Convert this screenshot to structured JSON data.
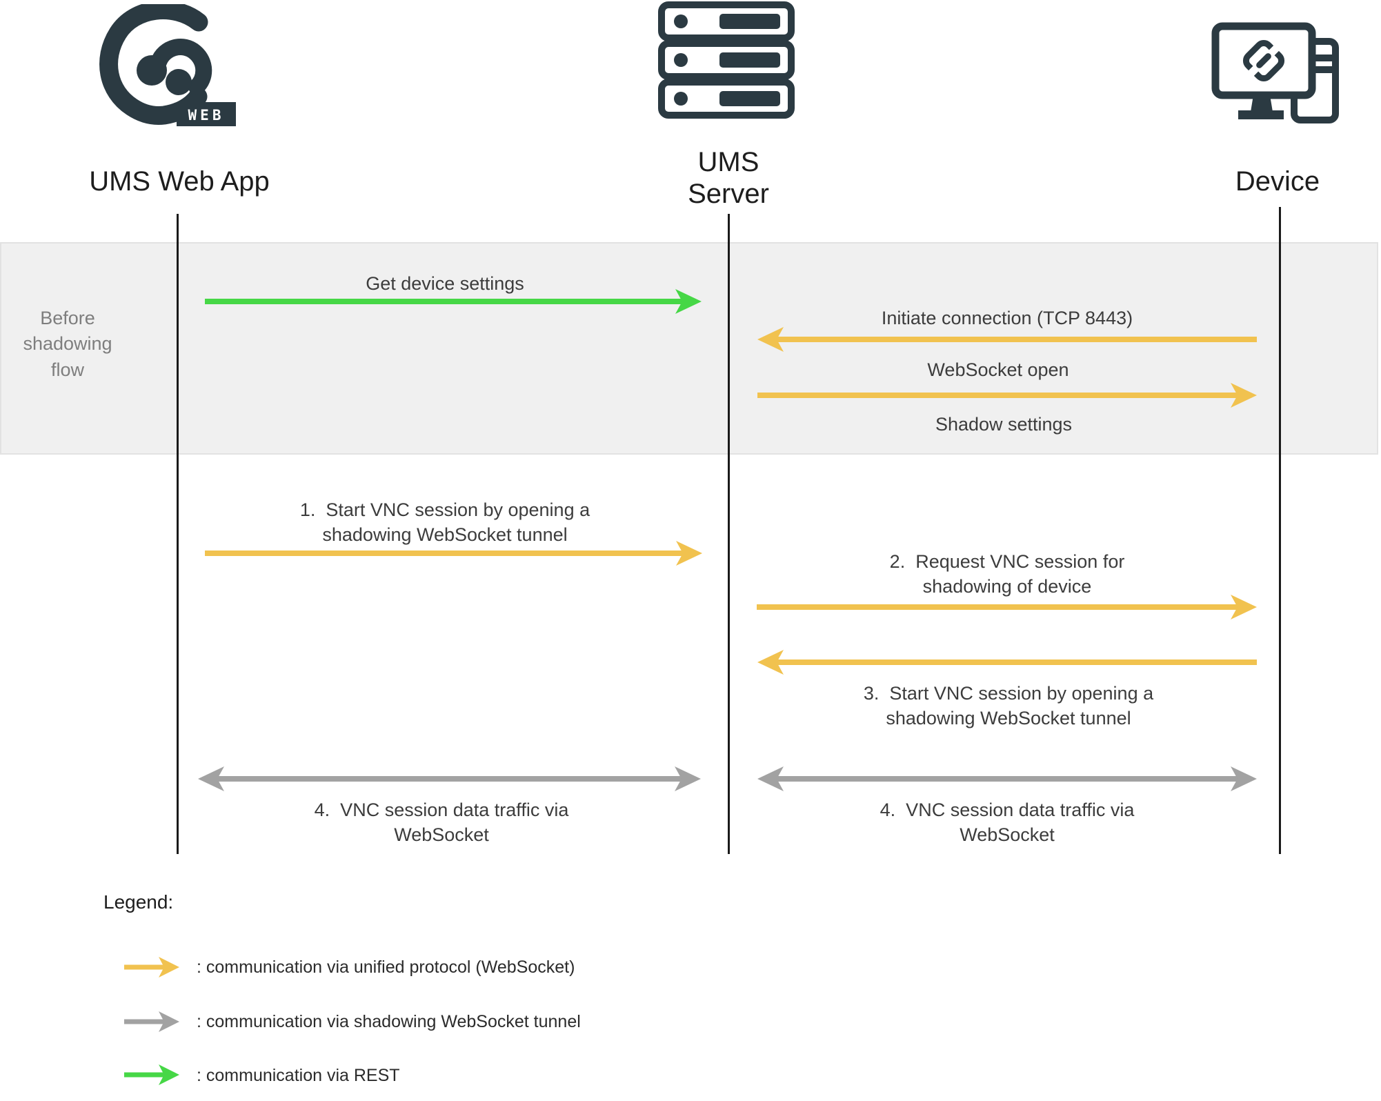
{
  "colors": {
    "dark": "#2B3A42",
    "yellow": "#F1C24F",
    "green": "#46D746",
    "gray": "#A2A2A2",
    "lifeline": "#1A1A1A",
    "region_fill": "#F0F0F0",
    "region_border": "#E2E2E2",
    "message_text": "#3C3C3C",
    "muted_text": "#7E7E7E",
    "badge_text": "#FFFFFF"
  },
  "actors": {
    "webapp": {
      "label": "UMS Web App",
      "icon": "ums-web-app-logo",
      "badge": "WEB"
    },
    "server": {
      "label": "UMS\nServer",
      "icon": "server-stack-icon"
    },
    "device": {
      "label": "Device",
      "icon": "device-monitor-icon"
    }
  },
  "region": {
    "label": "Before\nshadowing\nflow"
  },
  "messages": {
    "get_device_settings": {
      "text": "Get device settings",
      "from": "UMS Web App",
      "to": "UMS Server",
      "protocol": "REST"
    },
    "initiate_connection": {
      "text": "Initiate connection (TCP 8443)",
      "from": "Device",
      "to": "UMS Server",
      "protocol": "unified protocol (WebSocket)"
    },
    "websocket_open": {
      "text": "WebSocket open",
      "from": "Device",
      "to": "UMS Server",
      "protocol": "unified protocol (WebSocket)"
    },
    "shadow_settings": {
      "text": "Shadow settings",
      "from": "UMS Server",
      "to": "Device",
      "protocol": "unified protocol (WebSocket)"
    },
    "step1": {
      "text": "1.  Start VNC session by opening a\nshadowing WebSocket tunnel",
      "from": "UMS Web App",
      "to": "UMS Server",
      "protocol": "unified protocol (WebSocket)"
    },
    "step2": {
      "text": "2.  Request VNC session for\nshadowing of device",
      "from": "UMS Server",
      "to": "Device",
      "protocol": "unified protocol (WebSocket)"
    },
    "step3": {
      "text": "3.  Start VNC session by opening a\nshadowing WebSocket tunnel",
      "from": "Device",
      "to": "UMS Server",
      "protocol": "unified protocol (WebSocket)"
    },
    "step4_web_server": {
      "text": "4.  VNC session data traffic via\nWebSocket",
      "from": "UMS Web App",
      "to": "UMS Server",
      "protocol": "shadowing WebSocket tunnel",
      "bidirectional": true
    },
    "step4_server_device": {
      "text": "4.  VNC session data traffic via\nWebSocket",
      "from": "UMS Server",
      "to": "Device",
      "protocol": "shadowing WebSocket tunnel",
      "bidirectional": true
    }
  },
  "legend": {
    "title": "Legend:",
    "items": [
      {
        "label": ": communication via unified protocol (WebSocket)",
        "swatch": "yellow"
      },
      {
        "label": ": communication via shadowing WebSocket tunnel",
        "swatch": "gray"
      },
      {
        "label": ": communication via REST",
        "swatch": "green"
      }
    ]
  }
}
